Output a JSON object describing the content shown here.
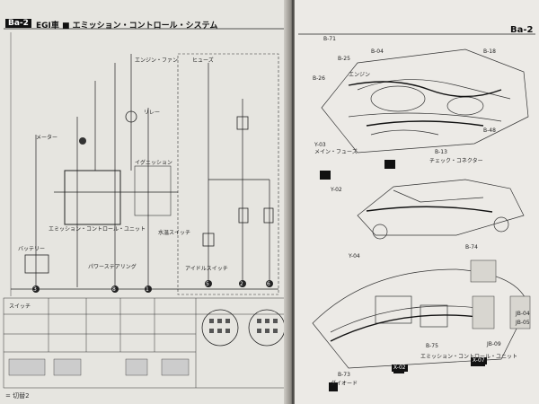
{
  "left_page": {
    "section_tag": "Ba-2",
    "title": "EGI車 ■ エミッション・コントロール・システム",
    "footer": "= 切替2",
    "labels": {
      "engine_fan": "エンジン・ファン",
      "fuse": "ヒューズ",
      "relay": "リレー",
      "switch_box": "スイッチ",
      "ignition": "イグニッション",
      "meter": "メーター",
      "battery": "バッテリー",
      "emission_unit": "エミッション・コントロール・ユニット",
      "power_steering": "パワーステアリング",
      "water_temp": "水温スイッチ",
      "idle_switch": "アイドルスイッチ"
    },
    "ground_numbers": [
      "3",
      "8",
      "1",
      "5",
      "2",
      "6"
    ]
  },
  "right_page": {
    "section_tag": "Ba-2",
    "refs": [
      "B-71",
      "B-04",
      "B-25",
      "B-18",
      "B-26",
      "B-48",
      "Y-03",
      "B-13",
      "Y-02",
      "B-74",
      "Y-04",
      "JB-04",
      "JB-05",
      "JB-09",
      "B-75",
      "B-73",
      "X-02",
      "X-07"
    ],
    "captions": {
      "main_fuse": "メイン・フューズ",
      "engine_harness": "エンジン",
      "check_connector": "チェック・コネクター",
      "emission_unit": "エミッション・コントロール・ユニット",
      "diagnosis": "ダイオード"
    }
  },
  "colors": {
    "paper_left": "#e6e5e0",
    "paper_right": "#eceae6",
    "ink": "#1a1a1a"
  }
}
